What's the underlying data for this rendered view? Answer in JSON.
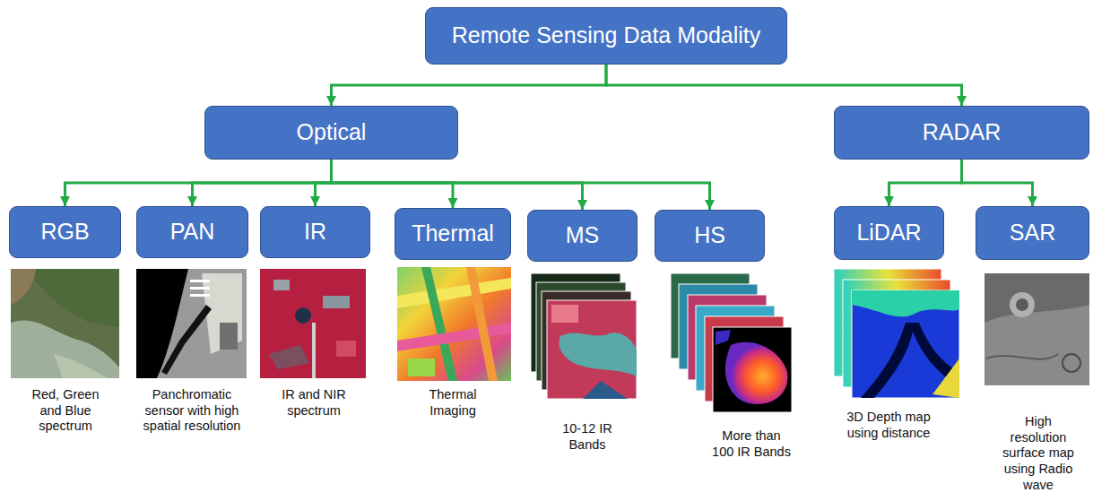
{
  "diagram": {
    "nodes": [
      {
        "text": [
          "Remote Sensing Data Modality"
        ]
      },
      {
        "text": [
          "Optical"
        ]
      },
      {
        "text": [
          "RADAR"
        ]
      },
      {
        "text": [
          "RGB"
        ]
      },
      {
        "text": [
          "PAN"
        ]
      },
      {
        "text": [
          "IR"
        ]
      },
      {
        "text": [
          "Thermal"
        ]
      },
      {
        "text": [
          "MS"
        ]
      },
      {
        "text": [
          "HS"
        ]
      },
      {
        "text": [
          "LiDAR"
        ]
      },
      {
        "text": [
          "SAR"
        ]
      }
    ],
    "edges": [
      {
        "from": 0,
        "to": 1,
        "arrow": "to"
      },
      {
        "from": 0,
        "to": 2,
        "arrow": "to"
      },
      {
        "from": 1,
        "to": 3,
        "arrow": "to"
      },
      {
        "from": 1,
        "to": 4,
        "arrow": "to"
      },
      {
        "from": 1,
        "to": 5,
        "arrow": "to"
      },
      {
        "from": 1,
        "to": 6,
        "arrow": "to"
      },
      {
        "from": 1,
        "to": 7,
        "arrow": "to"
      },
      {
        "from": 1,
        "to": 8,
        "arrow": "to"
      },
      {
        "from": 2,
        "to": 9,
        "arrow": "to"
      },
      {
        "from": 2,
        "to": 10,
        "arrow": "to"
      }
    ],
    "labels": [
      "Red, Green and Blue spectrum",
      "Panchromatic sensor with high spatial resolution",
      "IR and NIR spectrum",
      "Thermal Imaging",
      "10-12 IR Bands",
      "More than 100 IR Bands",
      "3D Depth map using distance",
      "High resolution surface map using Radio wave"
    ]
  }
}
